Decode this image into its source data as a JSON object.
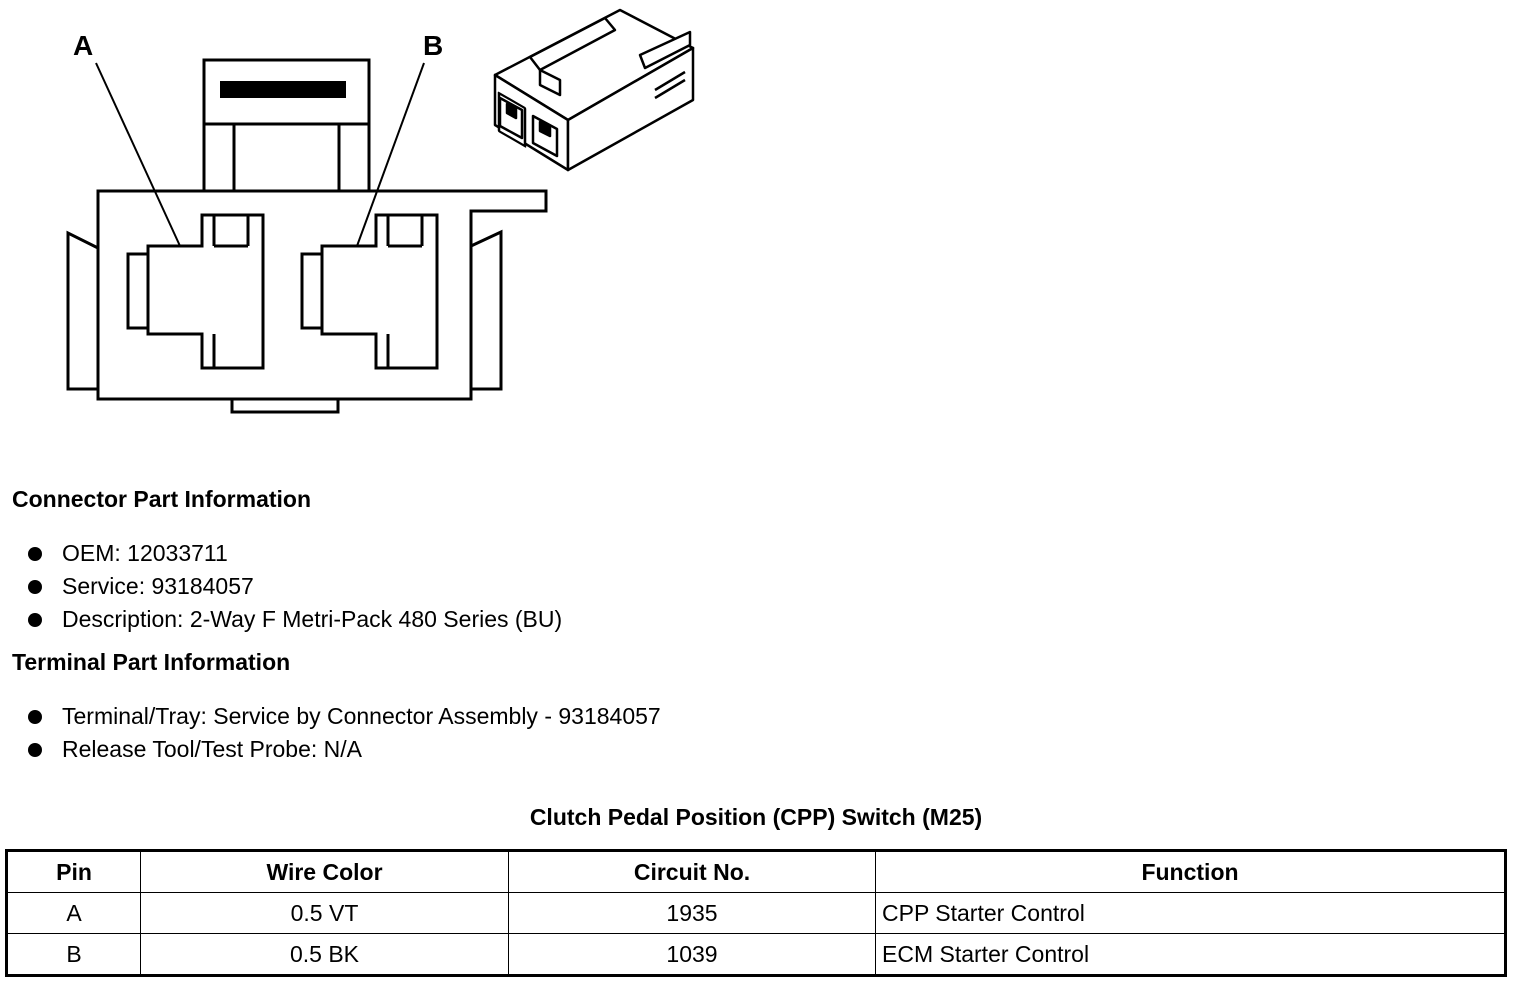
{
  "diagram": {
    "pin_labels": [
      "A",
      "B"
    ]
  },
  "connector_info": {
    "title": "Connector Part Information",
    "items": [
      "OEM: 12033711",
      "Service: 93184057",
      "Description: 2-Way F Metri-Pack 480 Series (BU)"
    ]
  },
  "terminal_info": {
    "title": "Terminal Part Information",
    "items": [
      "Terminal/Tray: Service by Connector Assembly - 93184057",
      "Release Tool/Test Probe: N/A"
    ]
  },
  "table": {
    "title": "Clutch Pedal Position (CPP) Switch (M25)",
    "headers": [
      "Pin",
      "Wire Color",
      "Circuit No.",
      "Function"
    ],
    "rows": [
      [
        "A",
        "0.5 VT",
        "1935",
        "CPP Starter Control"
      ],
      [
        "B",
        "0.5 BK",
        "1039",
        "ECM Starter Control"
      ]
    ]
  }
}
